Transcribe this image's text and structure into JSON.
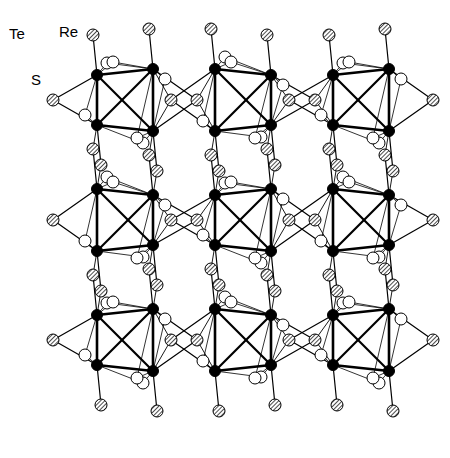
{
  "diagram": {
    "labels": [
      "Te",
      "Re",
      "S"
    ]
  }
}
